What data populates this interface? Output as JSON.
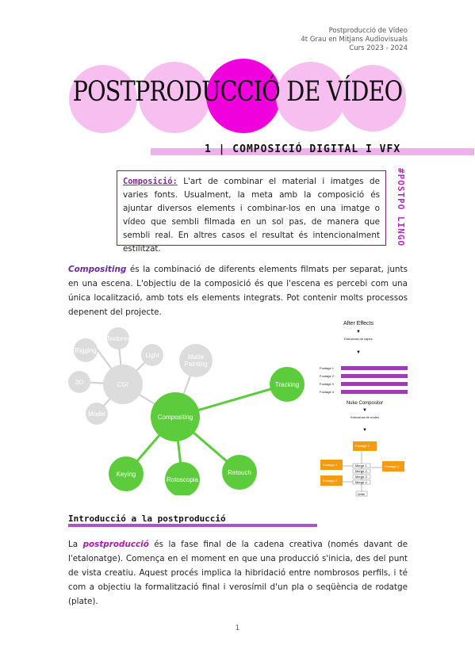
{
  "header": {
    "line1": "Postproducció de Vídeo",
    "line2": "4t Grau en Mitjans Audiovisuals",
    "line3": "Curs 2023 - 2024"
  },
  "title": "POSTPRODUCCIÓ DE VÍDEO",
  "section": {
    "title": "1 | COMPOSICIÓ DIGITAL I VFX"
  },
  "definition": {
    "term": "Composició:",
    "text": " L'art de combinar el material i imatges de varies fonts. Usualment, la meta amb la composició és ajuntar diversos elements i combinar-los en una imatge o vídeo que sembli filmada en un sol pas, de manera que sembli real. En altres casos el resultat és intencionalment estilitzat."
  },
  "side_tag": "#POSTPO LINGO",
  "compositing_paragraph": {
    "term": "Compositing",
    "text": " és la combinació de diferents elements filmats per separat, junts en una escena. L'objectiu de la composició és que l'escena es percebi com una única localització, amb tots els elements integrats. Pot contenir molts processos depenent del projecte."
  },
  "mindmap": {
    "center": "Compositing",
    "green_nodes": [
      "Tracking",
      "Keying",
      "Rotoscopia",
      "Retouch"
    ],
    "grey_nodes": [
      "CGI",
      "Matte Painting",
      "Rigging",
      "Textures",
      "Light",
      "3D",
      "Model"
    ],
    "colors": {
      "green": "#5ccc3c",
      "grey": "#dcdcdc",
      "line_green": "#5ccc3c",
      "line_grey": "#cfcfcf"
    }
  },
  "side_diagram": {
    "ae_title": "After Effects",
    "ae_label": "Estructura de capes",
    "footage": [
      "Footage 1",
      "Footage 2",
      "Footage 3",
      "Footage 4"
    ],
    "nuke_title": "Nuke Compositor",
    "nuke_label": "Estructura de nodes",
    "nuke_node": "Footage 1",
    "left_nodes": [
      "Footage 2",
      "Footage 3"
    ],
    "right_node": "Footage 4",
    "merges": [
      "Merge 1",
      "Merge 2",
      "Merge 3",
      "Merge 4"
    ],
    "write": "Write",
    "colors": {
      "bar": "#9b3fb0",
      "node": "#f39c12"
    }
  },
  "intro": {
    "title": "Introducció a la postproducció",
    "pre": "La ",
    "term": "postproducció",
    "text": " és la fase final de la cadena creativa (només davant de l'etalonatge). Comença en el moment en que una producció s'inicia, des del punt de vista creatiu. Aquest procés implica la hibridació entre nombrosos perfils, i té com a objectiu la formalització final i verosímil d'un pla o seqüència de rodatge (plate)."
  },
  "page_number": "1",
  "colors": {
    "pink_light": "#f5b8ee",
    "magenta": "#ff00e0",
    "accent": "#b050d0"
  }
}
